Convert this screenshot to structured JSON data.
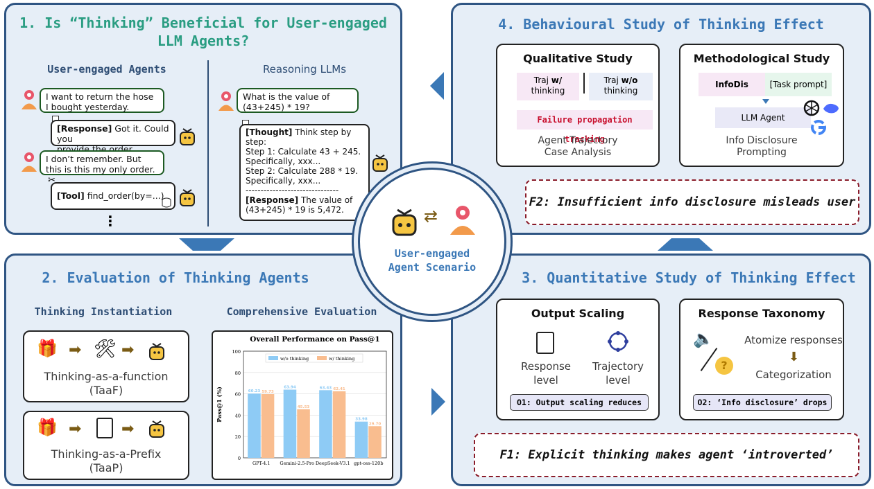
{
  "panel1": {
    "title_line1": "1. Is “Thinking” Beneficial for User-engaged",
    "title_line2": "LLM Agents?",
    "left_header": "User-engaged Agents",
    "right_header": "Reasoning LLMs",
    "user_msg1_l1": "I want to return the hose",
    "user_msg1_l2": "I bought yesterday.",
    "agent_resp_tag": "[Response]",
    "agent_resp_l1": " Got it. Could you",
    "agent_resp_l2": "provide the order number?",
    "user_msg2_l1": "I don’t remember. But",
    "user_msg2_l2": "this is this my only order.",
    "tool_tag": "[Tool]",
    "tool_text": " find_order(by=...)",
    "ellipsis": "⋮",
    "q_l1": "What is the value of",
    "q_l2": "(43+245) * 19?",
    "thought_tag": "[Thought]",
    "thought_lines": [
      " Think step by step:",
      "Step 1: Calculate 43 + 245.",
      "Specifically, xxx...",
      "Step 2: Calculate 288 * 19.",
      "Specifically, xxx...",
      "-------------------------------"
    ],
    "r_tag": "[Response]",
    "r_l1": " The value of",
    "r_l2": "(43+245) * 19 is 5,472."
  },
  "panel2": {
    "title": "2. Evaluation of Thinking Agents",
    "sub_left": "Thinking Instantiation",
    "sub_right": "Comprehensive Evaluation",
    "taaf_l1": "Thinking-as-a-function",
    "taaf_l2": "(TaaF)",
    "taap_l1": "Thinking-as-a-Prefix",
    "taap_l2": "(TaaP)"
  },
  "center": {
    "l1": "User-engaged",
    "l2": "Agent Scenario"
  },
  "panel3": {
    "title": "3. Quantitative Study of Thinking Effect",
    "out_title": "Output Scaling",
    "resp_l1": "Response",
    "resp_l2": "level",
    "traj_l1": "Trajectory",
    "traj_l2": "level",
    "o1": "O1: Output scaling reduces",
    "tax_title": "Response Taxonomy",
    "atomize": "Atomize responses",
    "categ": "Categorization",
    "o2": "O2: ‘Info disclosure’ drops",
    "f1": "F1: Explicit thinking makes agent ‘introverted’"
  },
  "panel4": {
    "title": "4. Behavioural Study of Thinking Effect",
    "qual_title": "Qualitative Study",
    "traj_w_a": "Traj ",
    "traj_w_b": "w/",
    "traj_w_c": "thinking",
    "traj_wo_a": "Traj ",
    "traj_wo_b": "w/o",
    "traj_wo_c": "thinking",
    "failure": "Failure propagation tracking",
    "case_l1": "Agent Trajectory",
    "case_l2": "Case Analysis",
    "meth_title": "Methodological Study",
    "infodis": "InfoDis",
    "task_prompt": "[Task prompt]",
    "llm_agent": "LLM Agent",
    "info_l1": "Info Disclosure",
    "info_l2": "Prompting",
    "f2": "F2: Insufficient info disclosure misleads user"
  },
  "chart_data": {
    "type": "bar",
    "title": "Overall Performance on Pass@1",
    "ylabel": "Pass@1 (%)",
    "xlabel": "",
    "ylim": [
      0,
      100
    ],
    "yticks": [
      0,
      20,
      40,
      60,
      80,
      100
    ],
    "categories": [
      "GPT-4.1",
      "Gemini-2.5-Pro",
      "DeepSeek-V3.1",
      "gpt-oss-120b"
    ],
    "legend_position": "top",
    "grid": true,
    "series": [
      {
        "name": "w/o thinking",
        "color": "#8ecbf5",
        "values": [
          60.23,
          63.94,
          63.43,
          33.98
        ]
      },
      {
        "name": "w/ thinking",
        "color": "#f9bd8f",
        "values": [
          59.73,
          45.53,
          62.41,
          29.7
        ]
      }
    ]
  }
}
